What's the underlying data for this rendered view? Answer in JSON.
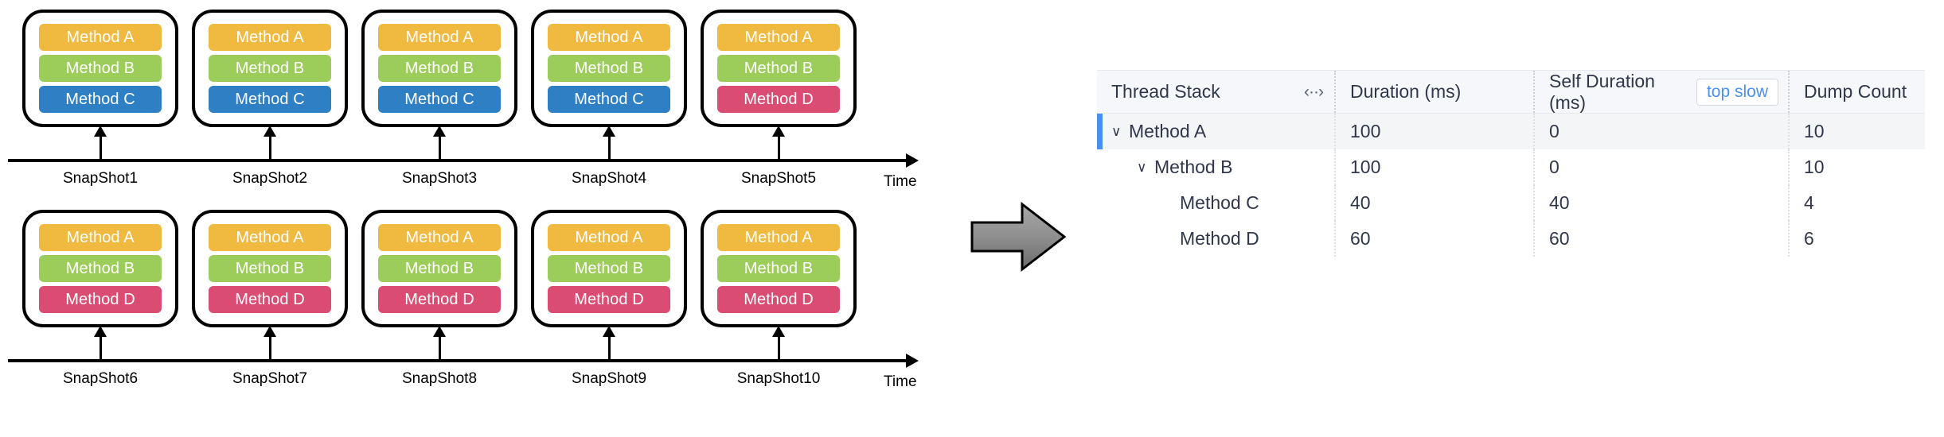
{
  "diagram": {
    "method_colors": {
      "Method A": "#f0b93f",
      "Method B": "#9ccc5a",
      "Method C": "#2e7fc4",
      "Method D": "#db4c72"
    },
    "time_axis_label": "Time",
    "rows": [
      {
        "axis_label": "Time",
        "snapshots": [
          {
            "label": "SnapShot1",
            "stack": [
              "Method A",
              "Method B",
              "Method C"
            ]
          },
          {
            "label": "SnapShot2",
            "stack": [
              "Method A",
              "Method B",
              "Method C"
            ]
          },
          {
            "label": "SnapShot3",
            "stack": [
              "Method A",
              "Method B",
              "Method C"
            ]
          },
          {
            "label": "SnapShot4",
            "stack": [
              "Method A",
              "Method B",
              "Method C"
            ]
          },
          {
            "label": "SnapShot5",
            "stack": [
              "Method A",
              "Method B",
              "Method D"
            ]
          }
        ]
      },
      {
        "axis_label": "Time",
        "snapshots": [
          {
            "label": "SnapShot6",
            "stack": [
              "Method A",
              "Method B",
              "Method D"
            ]
          },
          {
            "label": "SnapShot7",
            "stack": [
              "Method A",
              "Method B",
              "Method D"
            ]
          },
          {
            "label": "SnapShot8",
            "stack": [
              "Method A",
              "Method B",
              "Method D"
            ]
          },
          {
            "label": "SnapShot9",
            "stack": [
              "Method A",
              "Method B",
              "Method D"
            ]
          },
          {
            "label": "SnapShot10",
            "stack": [
              "Method A",
              "Method B",
              "Method D"
            ]
          }
        ]
      }
    ]
  },
  "transform_arrow": {
    "direction": "right",
    "fill_from": "#9b9b9b",
    "fill_to": "#6e6e6e"
  },
  "table": {
    "columns": [
      {
        "key": "thread_stack",
        "label": "Thread Stack"
      },
      {
        "key": "duration",
        "label": "Duration (ms)"
      },
      {
        "key": "self_duration",
        "label": "Self Duration (ms)"
      },
      {
        "key": "dump_count",
        "label": "Dump Count"
      }
    ],
    "resize_handle_glyph": "‹··›",
    "top_slow_label": "top slow",
    "accent_color": "#4a90f0",
    "rows": [
      {
        "name": "Method A",
        "depth": 0,
        "expanded": true,
        "has_children": true,
        "selected": true,
        "duration": "100",
        "self_duration": "0",
        "dump_count": "10"
      },
      {
        "name": "Method B",
        "depth": 1,
        "expanded": true,
        "has_children": true,
        "selected": false,
        "duration": "100",
        "self_duration": "0",
        "dump_count": "10"
      },
      {
        "name": "Method C",
        "depth": 2,
        "expanded": false,
        "has_children": false,
        "selected": false,
        "duration": "40",
        "self_duration": "40",
        "dump_count": "4"
      },
      {
        "name": "Method D",
        "depth": 2,
        "expanded": false,
        "has_children": false,
        "selected": false,
        "duration": "60",
        "self_duration": "60",
        "dump_count": "6"
      }
    ]
  }
}
